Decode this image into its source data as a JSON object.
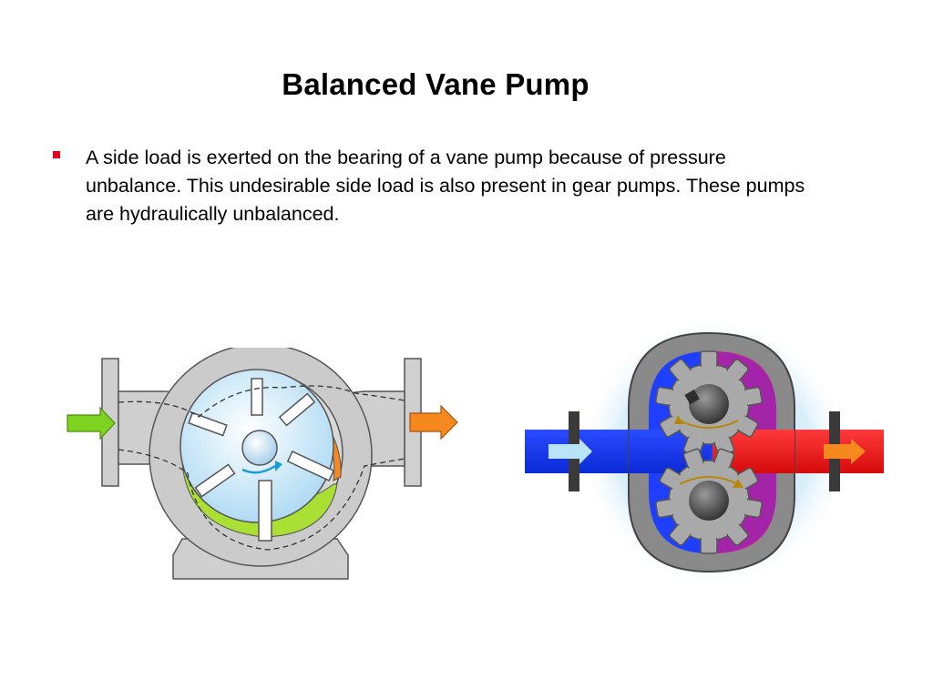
{
  "slide": {
    "title": "Balanced Vane Pump",
    "bullet_text": "A side load is exerted on the bearing of a vane pump because of pressure unbalance.  This undesirable side load is also present in gear pumps.  These pumps are hydraulically unbalanced."
  },
  "colors": {
    "bullet": "#e3001b",
    "inlet_arrow": "#7ed321",
    "outlet_arrow": "#f5891f",
    "pump_body": "#c8c8c8",
    "rotor": "#bfe3f7",
    "low_pressure": "#1f3fff",
    "high_pressure": "#ff1f1f",
    "gear": "#a8a8a8"
  },
  "icons": {
    "bullet": "square-bullet-icon",
    "vane_pump": "vane-pump-diagram",
    "gear_pump": "gear-pump-diagram"
  }
}
